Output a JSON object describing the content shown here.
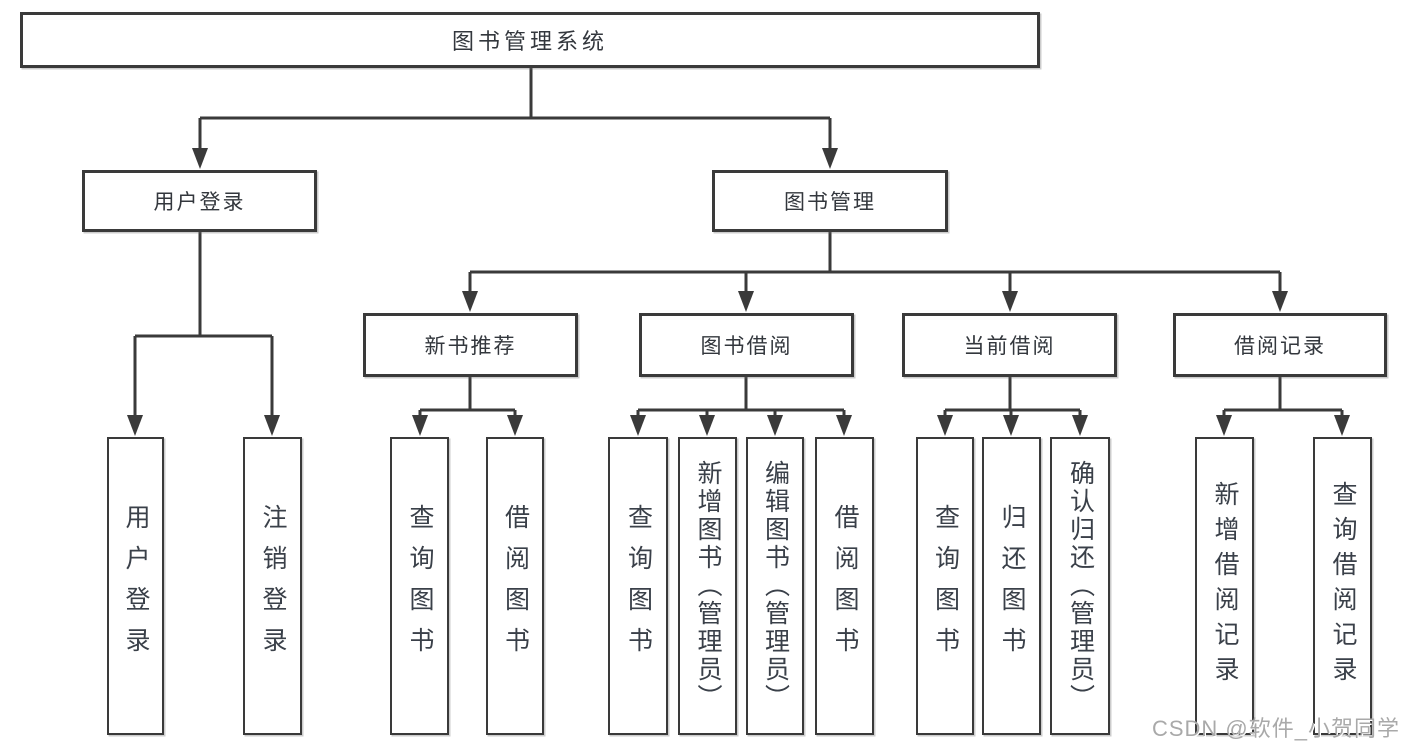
{
  "diagram": {
    "root": {
      "label": "图书管理系统"
    },
    "level2": [
      {
        "label": "用户登录"
      },
      {
        "label": "图书管理"
      }
    ],
    "level3": [
      {
        "label": "新书推荐",
        "parent": "图书管理"
      },
      {
        "label": "图书借阅",
        "parent": "图书管理"
      },
      {
        "label": "当前借阅",
        "parent": "图书管理"
      },
      {
        "label": "借阅记录",
        "parent": "图书管理"
      }
    ],
    "leaves": [
      {
        "label": "用户登录",
        "parent": "用户登录"
      },
      {
        "label": "注销登录",
        "parent": "用户登录"
      },
      {
        "label": "查询图书",
        "parent": "新书推荐"
      },
      {
        "label": "借阅图书",
        "parent": "新书推荐"
      },
      {
        "label": "查询图书",
        "parent": "图书借阅"
      },
      {
        "label": "新增图书（管理员）",
        "parent": "图书借阅"
      },
      {
        "label": "编辑图书（管理员）",
        "parent": "图书借阅"
      },
      {
        "label": "借阅图书",
        "parent": "图书借阅"
      },
      {
        "label": "查询图书",
        "parent": "当前借阅"
      },
      {
        "label": "归还图书",
        "parent": "当前借阅"
      },
      {
        "label": "确认归还（管理员）",
        "parent": "当前借阅"
      },
      {
        "label": "新增借阅记录",
        "parent": "借阅记录"
      },
      {
        "label": "查询借阅记录",
        "parent": "借阅记录"
      }
    ]
  },
  "watermark": {
    "text": "CSDN @软件_小贺同学",
    "color": "#a9a9a9"
  },
  "colors": {
    "line": "#3a3a3a",
    "text": "#33373d",
    "background": "#ffffff"
  }
}
